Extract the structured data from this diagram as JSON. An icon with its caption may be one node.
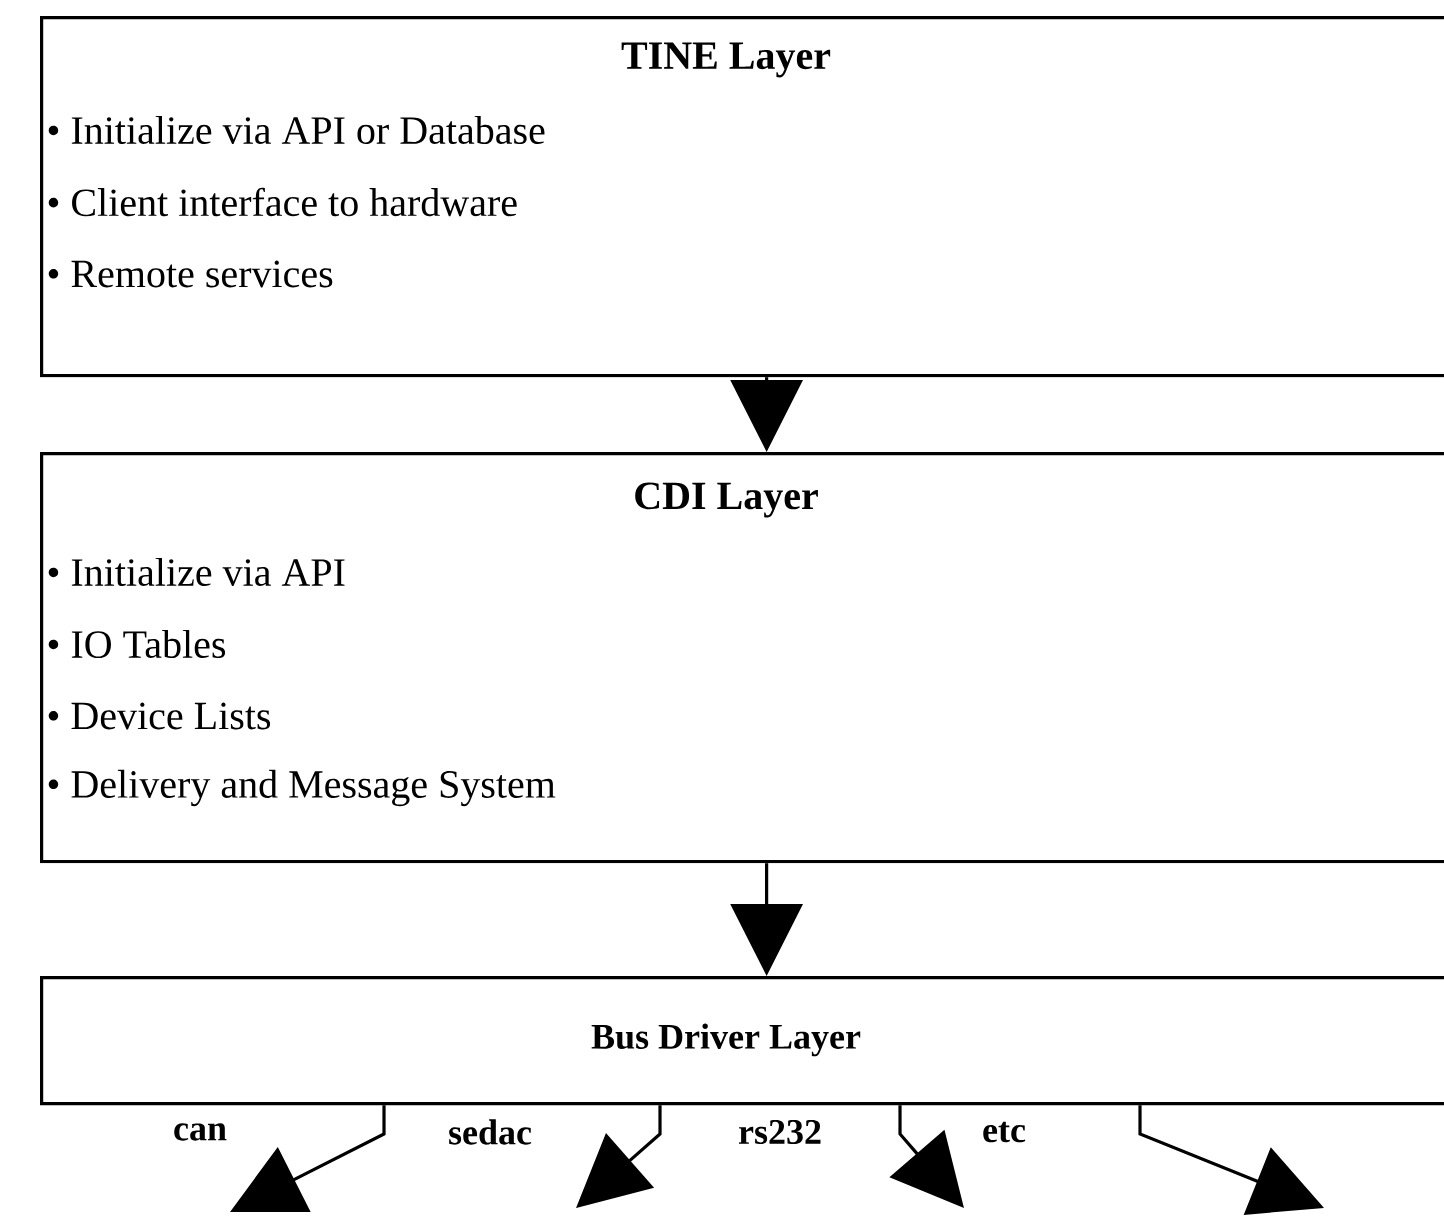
{
  "diagram": {
    "nodes": [
      {
        "text": [
          "TINE Layer",
          "• Initialize via API or Database",
          "• Client interface to hardware",
          "• Remote services"
        ]
      },
      {
        "text": [
          "CDI Layer",
          "• Initialize via API",
          "• IO Tables",
          "• Device Lists",
          "• Delivery and Message System"
        ]
      },
      {
        "text": [
          "Bus Driver Layer"
        ]
      }
    ],
    "edges": [
      {
        "from": 0,
        "to": 1,
        "arrow": "to"
      },
      {
        "from": 1,
        "to": 2,
        "arrow": "to"
      },
      {
        "from": 2,
        "to": null,
        "arrow": "to"
      },
      {
        "from": 2,
        "to": null,
        "arrow": "to"
      },
      {
        "from": 2,
        "to": null,
        "arrow": "to"
      },
      {
        "from": 2,
        "to": null,
        "arrow": "to"
      }
    ],
    "labels": [
      "can",
      "sedac",
      "rs232",
      "etc"
    ]
  }
}
